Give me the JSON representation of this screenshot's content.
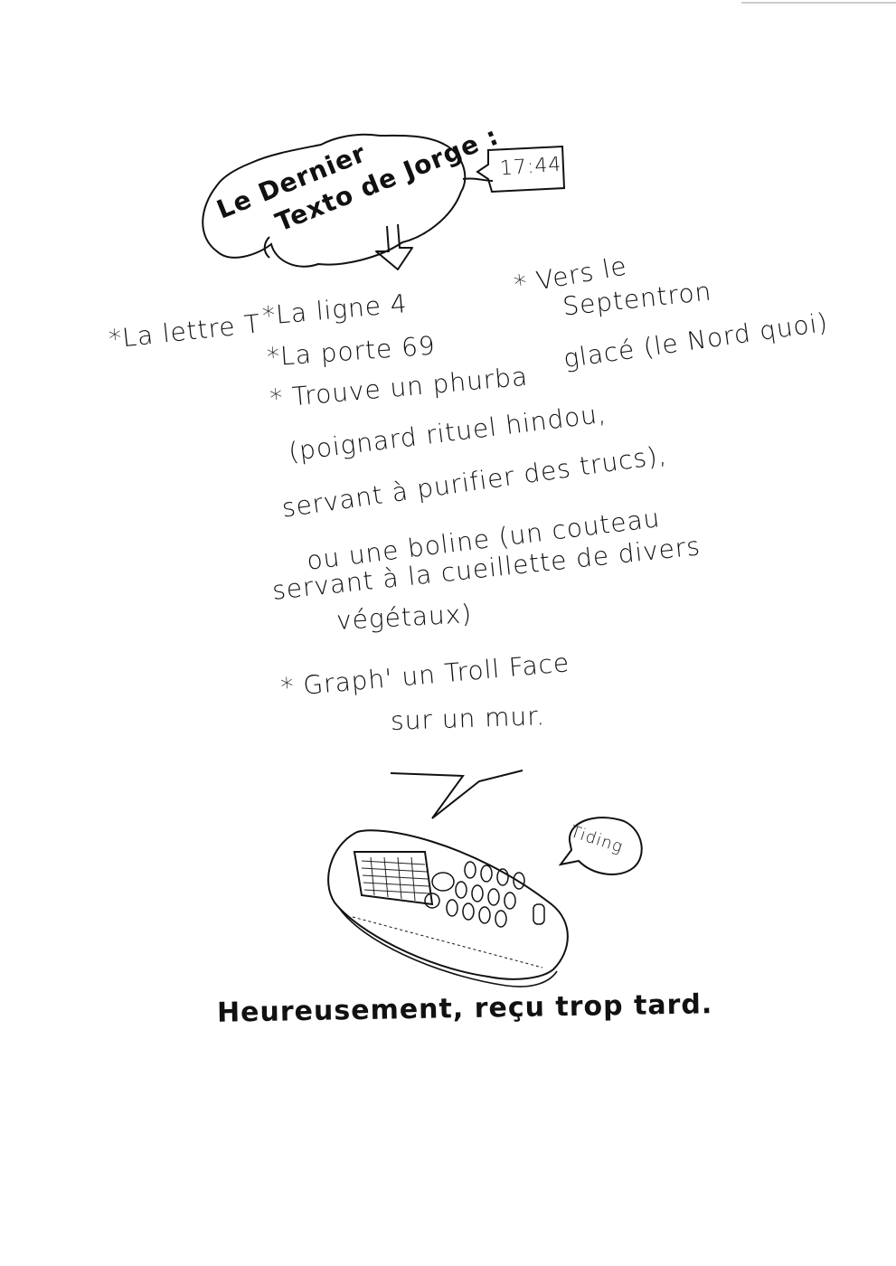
{
  "title": {
    "line1": "Le Dernier",
    "line2": "Texto de Jorge :",
    "time": "17:44"
  },
  "items": {
    "left": "*La lettre T",
    "middle": [
      "*La ligne 4",
      "*La porte 69",
      "* Trouve un phurba",
      "(poignard rituel hindou,",
      "servant à purifier des trucs),",
      "ou une boline (un couteau",
      "servant à la cueillette de divers",
      "végétaux)",
      "* Graph' un Troll Face",
      "sur un mur."
    ],
    "right": [
      "* Vers le",
      "Septentron",
      "glacé (le Nord quoi)"
    ]
  },
  "phone": {
    "sound": "Tiding"
  },
  "caption": "Heureusement, reçu trop tard."
}
